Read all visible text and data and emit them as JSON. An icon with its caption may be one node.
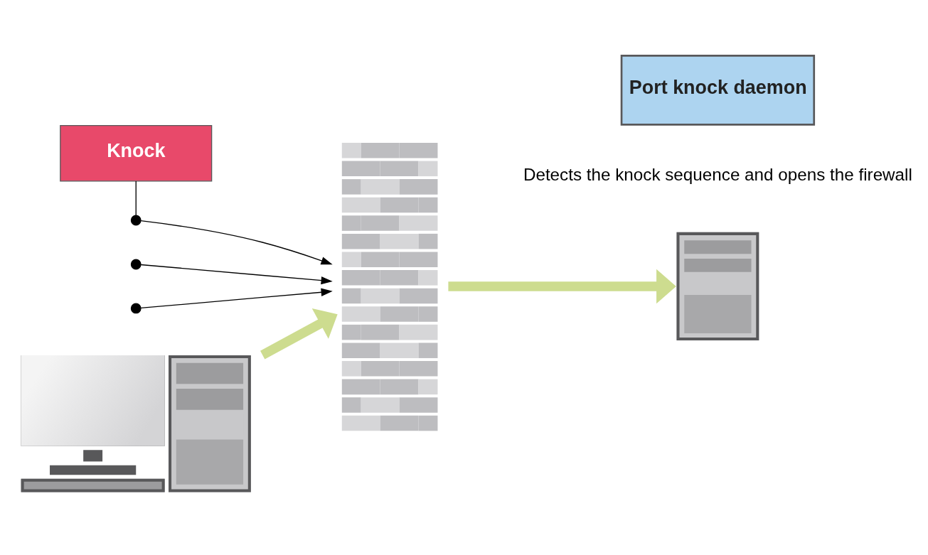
{
  "diagram": {
    "nodes": [
      {
        "text": [
          "Knock"
        ]
      },
      {
        "text": [
          "Port knock daemon"
        ],
        "beside": [
          "Detects the knock sequence and opens the firewall"
        ]
      },
      {
        "text": [],
        "shape": "circle"
      },
      {
        "text": [],
        "shape": "circle"
      },
      {
        "text": [],
        "shape": "circle"
      },
      {
        "text": [],
        "shape": "picture"
      },
      {
        "text": [],
        "shape": "picture"
      },
      {
        "text": [],
        "shape": "picture"
      }
    ],
    "edges": [
      {
        "from": 0,
        "to": 2,
        "arrow": "none"
      },
      {
        "from": 2,
        "to": 6,
        "arrow": "to"
      },
      {
        "from": 3,
        "to": 6,
        "arrow": "to"
      },
      {
        "from": 4,
        "to": 6,
        "arrow": "to"
      },
      {
        "from": 5,
        "to": 6,
        "arrow": "to",
        "style": "thick",
        "color": "#cddc8f"
      },
      {
        "from": 6,
        "to": 7,
        "arrow": "to",
        "style": "thick",
        "color": "#cddc8f"
      }
    ]
  }
}
